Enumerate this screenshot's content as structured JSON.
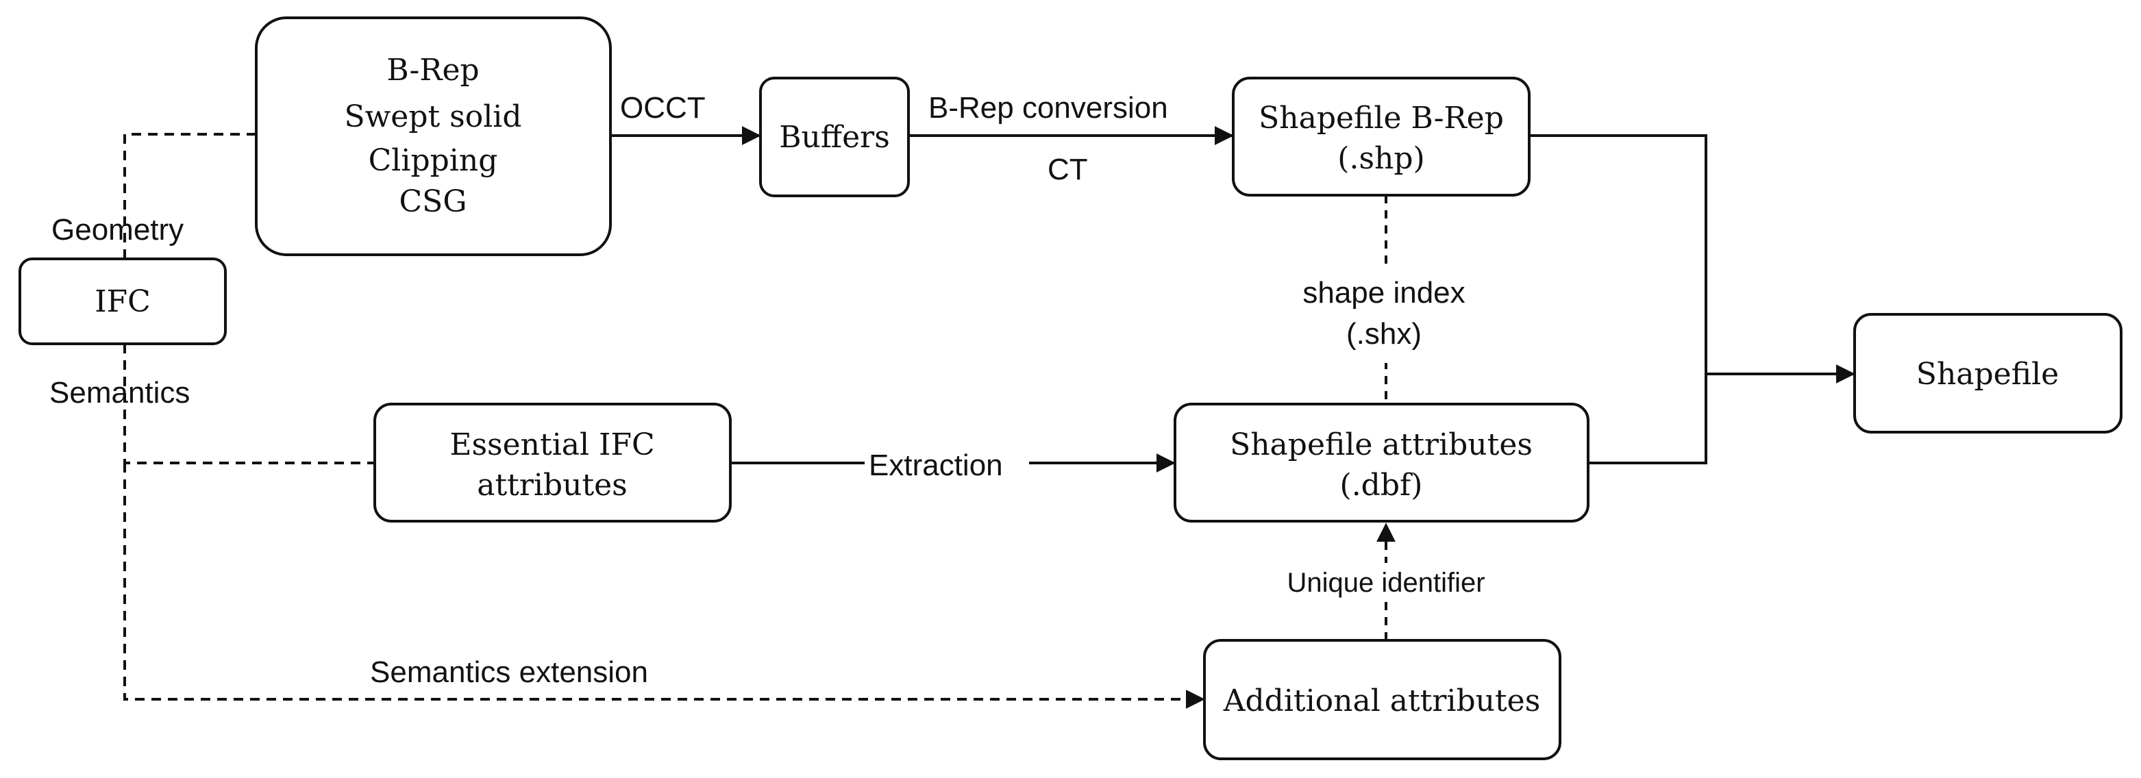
{
  "nodes": {
    "ifc": {
      "lines": [
        "IFC"
      ]
    },
    "geometry_types": {
      "lines": [
        "B-Rep",
        "Swept solid",
        "Clipping",
        "CSG"
      ]
    },
    "buffers": {
      "lines": [
        "Buffers"
      ]
    },
    "shapefile_brep": {
      "lines": [
        "Shapefile B-Rep",
        "(.shp)"
      ]
    },
    "shapefile": {
      "lines": [
        "Shapefile"
      ]
    },
    "essential_attrs": {
      "lines": [
        "Essential IFC",
        "attributes"
      ]
    },
    "shapefile_attrs": {
      "lines": [
        "Shapefile attributes",
        "(.dbf)"
      ]
    },
    "additional_attrs": {
      "lines": [
        "Additional attributes"
      ]
    }
  },
  "edge_labels": {
    "geometry": "Geometry",
    "semantics": "Semantics",
    "occt": "OCCT",
    "brep_conversion": "B-Rep conversion",
    "ct": "CT",
    "shape_index": [
      "shape index",
      "(.shx)"
    ],
    "extraction": "Extraction",
    "unique_identifier": "Unique identifier",
    "semantics_extension": "Semantics extension"
  }
}
